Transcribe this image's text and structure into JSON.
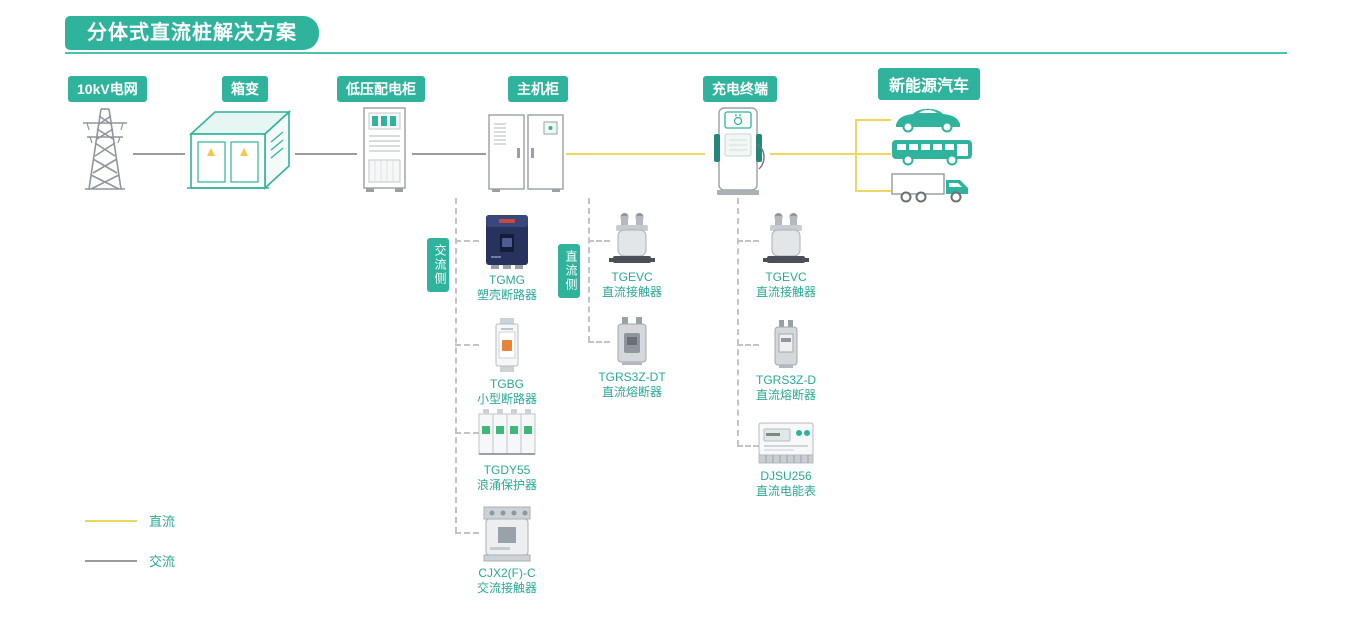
{
  "title": "分体式直流桩解决方案",
  "stages": [
    {
      "label": "10kV电网"
    },
    {
      "label": "箱变"
    },
    {
      "label": "低压配电柜"
    },
    {
      "label": "主机柜"
    },
    {
      "label": "充电终端"
    },
    {
      "label": "新能源汽车"
    }
  ],
  "side_labels": {
    "ac": "交流侧",
    "dc": "直流侧"
  },
  "components": {
    "main_ac": [
      {
        "model": "TGMG",
        "name": "塑壳断路器"
      },
      {
        "model": "TGBG",
        "name": "小型断路器"
      },
      {
        "model": "TGDY55",
        "name": "浪涌保护器"
      },
      {
        "model": "CJX2(F)-C",
        "name": "交流接触器"
      }
    ],
    "main_dc": [
      {
        "model": "TGEVC",
        "name": "直流接触器"
      },
      {
        "model": "TGRS3Z-DT",
        "name": "直流熔断器"
      }
    ],
    "terminal_dc": [
      {
        "model": "TGEVC",
        "name": "直流接触器"
      },
      {
        "model": "TGRS3Z-D",
        "name": "直流熔断器"
      },
      {
        "model": "DJSU256",
        "name": "直流电能表"
      }
    ]
  },
  "legend": [
    {
      "label": "直流",
      "color": "#F0D55F"
    },
    {
      "label": "交流",
      "color": "#9B9B9B"
    }
  ],
  "colors": {
    "accent": "#2FB39C",
    "dc_line": "#F0D55F",
    "ac_line": "#9B9B9B",
    "caption": "#2AA896"
  }
}
